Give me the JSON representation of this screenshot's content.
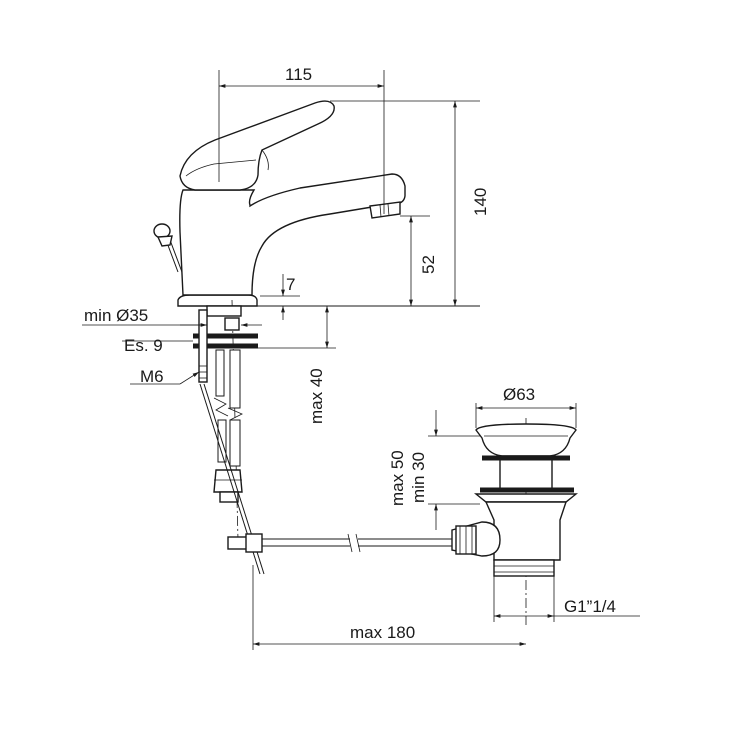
{
  "dimensions": {
    "width_115": "115",
    "height_140": "140",
    "spout_height_52": "52",
    "base_7": "7",
    "hole_min": "min Ø35",
    "thickness": "Es. 9",
    "rod_thread": "M6",
    "max_deck": "max 40",
    "waste_diameter": "Ø63",
    "max_50": "max 50",
    "min_30": "min 30",
    "waste_thread": "G1”1/4",
    "max_180": "max 180"
  }
}
